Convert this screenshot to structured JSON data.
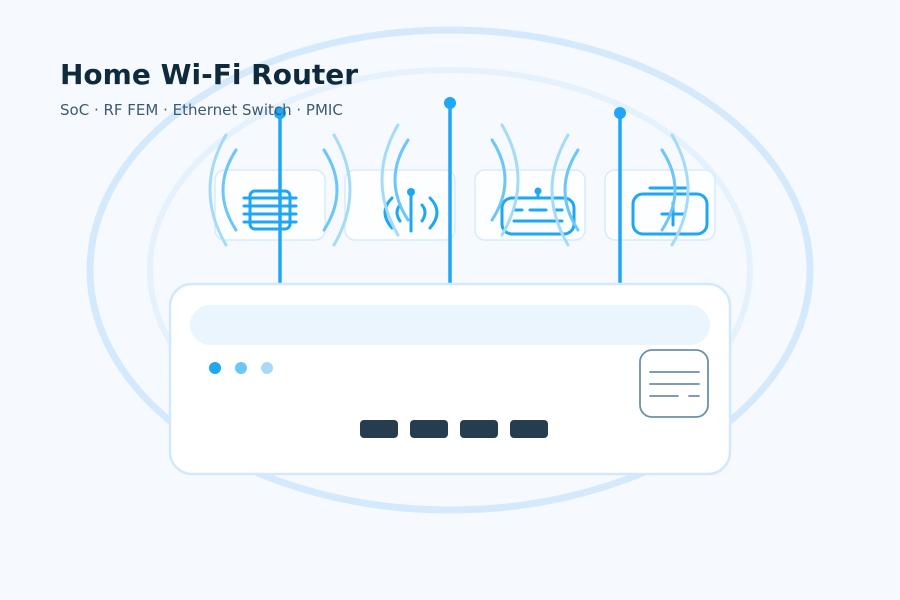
{
  "header": {
    "title": "Home Wi-Fi Router",
    "subtitle": "SoC · RF FEM · Ethernet Switch · PMIC"
  },
  "components": [
    {
      "name": "soc-chip",
      "icon": "chip-icon"
    },
    {
      "name": "rf-fem",
      "icon": "antenna-signal-icon"
    },
    {
      "name": "ethernet-switch",
      "icon": "switch-icon"
    },
    {
      "name": "pmic",
      "icon": "power-module-icon"
    }
  ],
  "router": {
    "antenna_count": 3,
    "led_count": 3,
    "ethernet_port_count": 4,
    "label_icon": "label-plate-icon"
  },
  "colors": {
    "background": "#f6f9fe",
    "accent": "#1ea7f5",
    "accent_light": "#6cc6f7",
    "accent_pale": "#a6dbf8",
    "halo": "#d4eafc",
    "body_fill": "#ffffff",
    "body_stroke": "#d3e9fb",
    "display_strip": "#eaf5fe",
    "port": "#253d4f",
    "title": "#0f2a3d",
    "subtitle": "#3d5a70",
    "plate_stroke": "#6b90a8"
  }
}
